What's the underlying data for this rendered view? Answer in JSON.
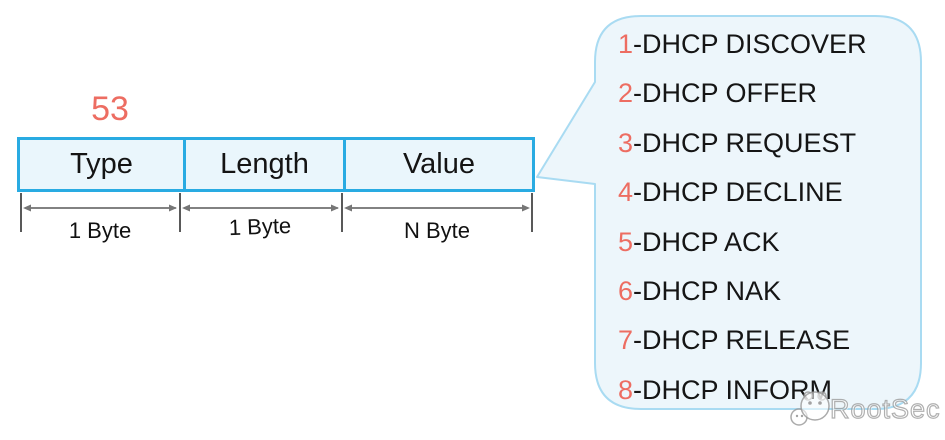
{
  "diagram": {
    "option_code": "53",
    "table": {
      "fields": [
        {
          "label": "Type",
          "size": "1 Byte"
        },
        {
          "label": "Length",
          "size": "1 Byte"
        },
        {
          "label": "Value",
          "size": "N Byte"
        }
      ]
    },
    "callout": {
      "items": [
        {
          "num": "1",
          "label": "-DHCP DISCOVER"
        },
        {
          "num": "2",
          "label": "-DHCP OFFER"
        },
        {
          "num": "3",
          "label": "-DHCP REQUEST"
        },
        {
          "num": "4",
          "label": "-DHCP DECLINE"
        },
        {
          "num": "5",
          "label": "-DHCP ACK"
        },
        {
          "num": "6",
          "label": "-DHCP NAK"
        },
        {
          "num": "7",
          "label": "-DHCP RELEASE"
        },
        {
          "num": "8",
          "label": "-DHCP INFORM"
        }
      ]
    },
    "watermark": {
      "text": "RootSec"
    },
    "colors": {
      "table_border": "#29abe2",
      "table_fill": "#eaf6fc",
      "bubble_border": "#a9dbf2",
      "bubble_fill": "#edf6fb",
      "accent_red": "#ed6d62",
      "ruler_gray": "#595959"
    }
  }
}
